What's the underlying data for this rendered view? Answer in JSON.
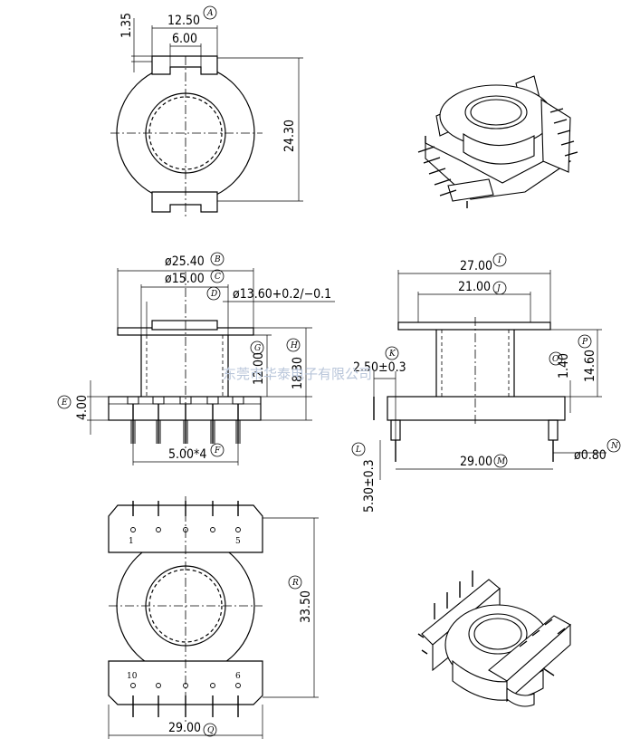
{
  "dimensions": {
    "top_offset": "1.35",
    "top_width": "12.50",
    "slot_width": "6.00",
    "top_height": "24.30",
    "flange_dia": "ø25.40",
    "tube_outer_dia": "ø15.00",
    "tube_inner_dia": "ø13.60+0.2/−0.1",
    "winding_height": "12.00",
    "total_height": "18.30",
    "base_height": "4.00",
    "pin_pitch": "5.00*4",
    "side_width": "27.00",
    "side_inner_width": "21.00",
    "pin_offset": "2.50±0.3",
    "flange_thickness": "1.40",
    "side_height": "14.60",
    "pin_length": "5.30±0.3",
    "pin_span": "29.00",
    "pin_dia": "ø0.80",
    "bottom_height": "33.50",
    "bottom_width": "29.00"
  },
  "labels": {
    "A": "A",
    "B": "B",
    "C": "C",
    "D": "D",
    "E": "E",
    "F": "F",
    "G": "G",
    "H": "H",
    "I": "I",
    "J": "J",
    "K": "K",
    "L": "L",
    "M": "M",
    "N": "N",
    "O": "O",
    "P": "P",
    "Q": "Q",
    "R": "R"
  },
  "pin_numbers": {
    "p1": "1",
    "p5": "5",
    "p10": "10",
    "p6": "6"
  },
  "watermark": "东莞市华泰电子有限公司"
}
